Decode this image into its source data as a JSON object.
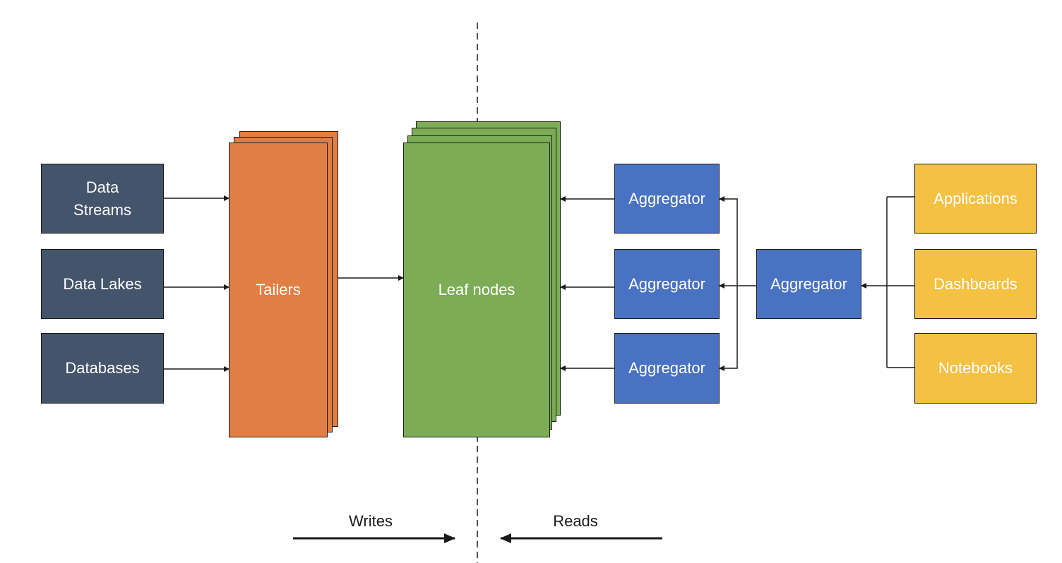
{
  "sources": [
    {
      "label": "Data\nStreams"
    },
    {
      "label": "Data Lakes"
    },
    {
      "label": "Databases"
    }
  ],
  "tailers": {
    "label": "Tailers"
  },
  "leaf_nodes": {
    "label": "Leaf nodes"
  },
  "aggregators": [
    {
      "label": "Aggregator"
    },
    {
      "label": "Aggregator"
    },
    {
      "label": "Aggregator"
    }
  ],
  "root_aggregator": {
    "label": "Aggregator"
  },
  "clients": [
    {
      "label": "Applications"
    },
    {
      "label": "Dashboards"
    },
    {
      "label": "Notebooks"
    }
  ],
  "legend": {
    "writes": "Writes",
    "reads": "Reads"
  },
  "colors": {
    "source": "#44546a",
    "tailer": "#e07f45",
    "leaf": "#7dac57",
    "aggregator": "#4a72c2",
    "client": "#f4c142"
  }
}
